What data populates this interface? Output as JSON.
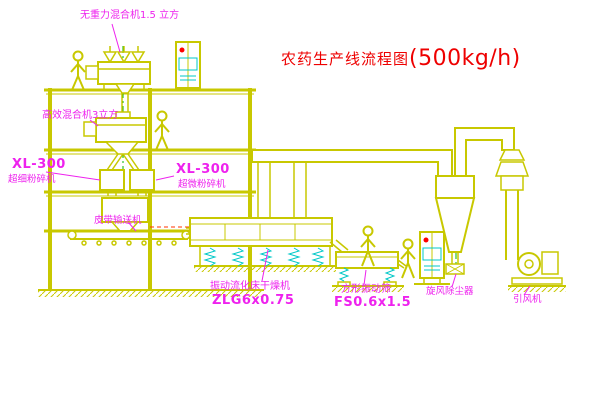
{
  "title": {
    "main": "农药生产线流程图",
    "capacity": "(500kg/h)"
  },
  "labels": {
    "top_mixer": "无重力混合机1.5 立方",
    "high_mixer": "高效混合机3立方",
    "xl_left_model": "XL-300",
    "xl_left_name": "超细粉碎机",
    "xl_right_model": "XL-300",
    "xl_right_name": "超微粉碎机",
    "belt_conveyor": "皮带输送机",
    "dryer_name": "振动流化床干燥机",
    "dryer_model": "ZLG6x0.75",
    "screen_name": "方形振动筛",
    "screen_model": "FS0.6x1.5",
    "cyclone": "旋风除尘器",
    "fan": "引风机"
  },
  "colors": {
    "line_yellow": "#c8c800",
    "label_magenta": "#ee22ee",
    "title_red": "#ee0000",
    "accent_cyan": "#00c8c8",
    "centerline_green": "#00b400",
    "indicator_red": "#ff0000",
    "background": "#ffffff"
  }
}
